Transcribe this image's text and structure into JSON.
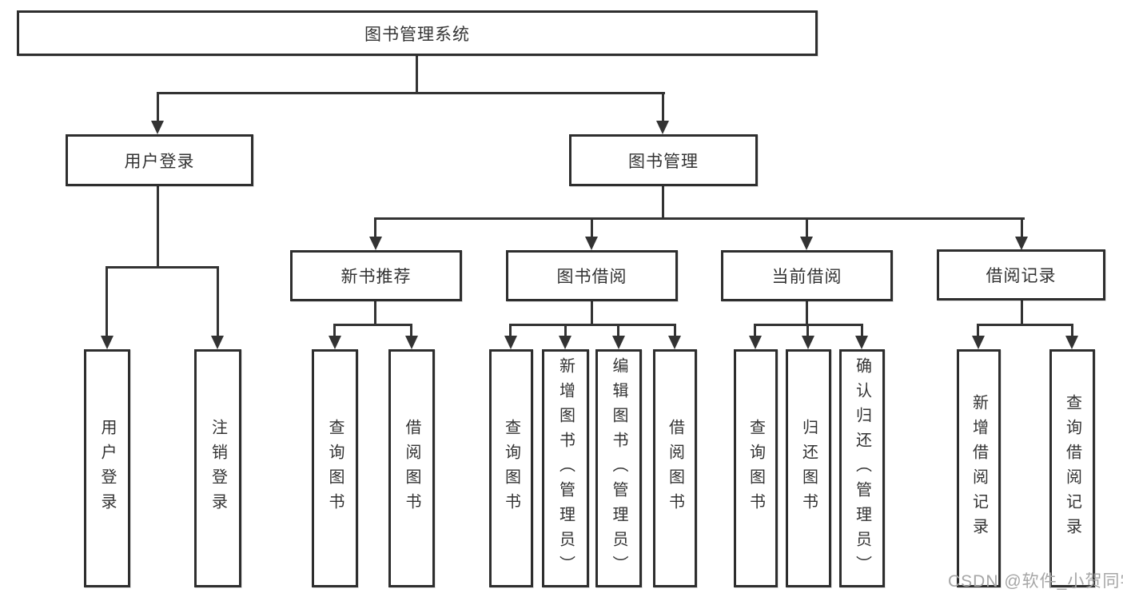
{
  "nodes": {
    "root": "图书管理系统",
    "user_login": "用户登录",
    "book_mgmt": "图书管理",
    "new_book_rec": "新书推荐",
    "book_borrow": "图书借阅",
    "current_borrow": "当前借阅",
    "borrow_records": "借阅记录",
    "leaf_user_login": "用户登录",
    "leaf_logout": "注销登录",
    "leaf_nb_query": "查询图书",
    "leaf_nb_borrow": "借阅图书",
    "leaf_bb_query": "查询图书",
    "leaf_bb_add": "新增图书（管理员）",
    "leaf_bb_edit": "编辑图书（管理员）",
    "leaf_bb_borrow": "借阅图书",
    "leaf_cb_query": "查询图书",
    "leaf_cb_return": "归还图书",
    "leaf_cb_confirm": "确认归还（管理员）",
    "leaf_br_add": "新增借阅记录",
    "leaf_br_query": "查询借阅记录"
  },
  "watermark": "CSDN @软件_小贺同学",
  "colors": {
    "line": "#333333",
    "text": "#333333",
    "box_background": "#ffffff",
    "watermark": "#a6a6a6",
    "background": "#ffffff"
  }
}
